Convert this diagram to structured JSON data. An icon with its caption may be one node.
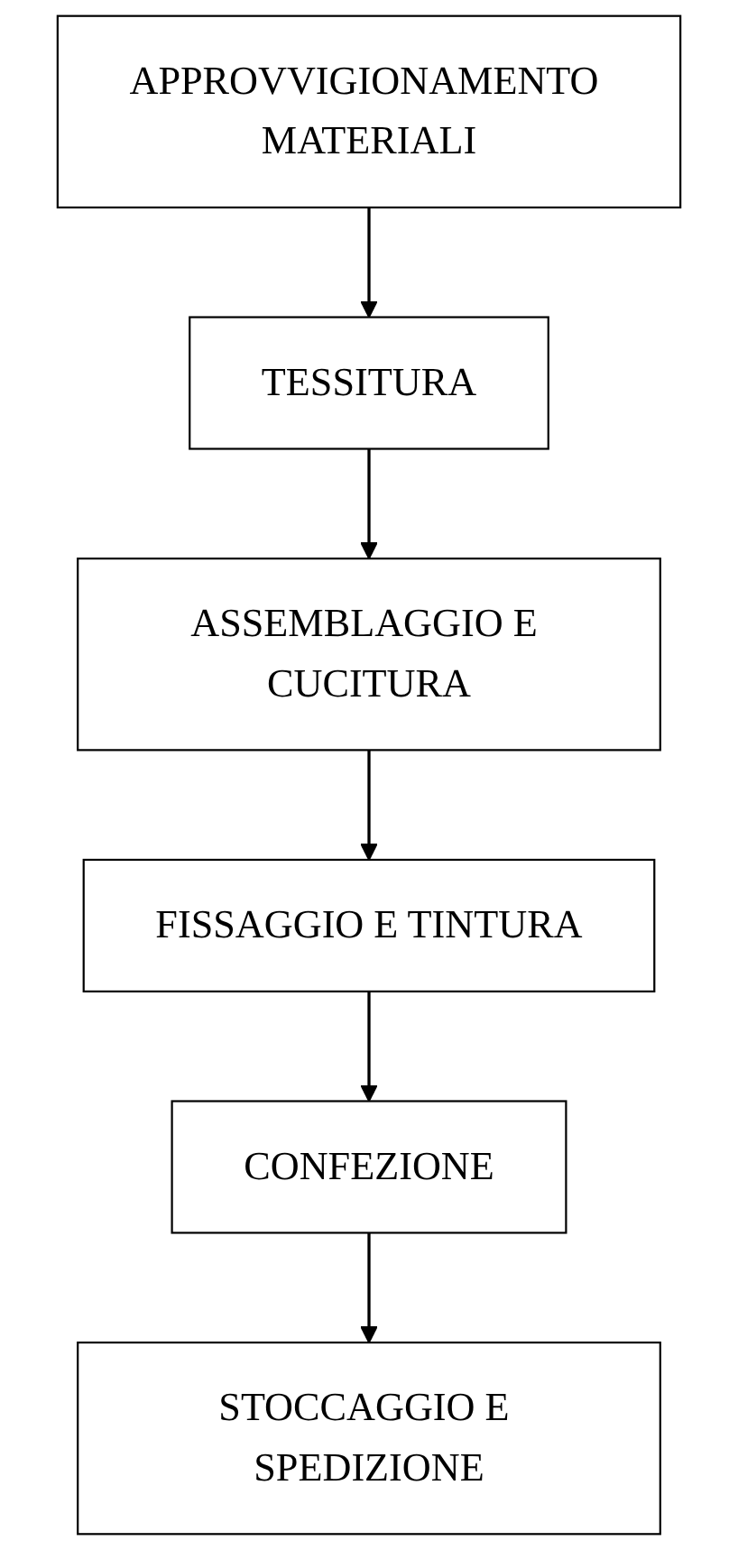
{
  "diagram": {
    "nodes": [
      {
        "text": [
          "APPROVVIGIONAMENTO MATERIALI"
        ]
      },
      {
        "text": [
          "TESSITURA"
        ]
      },
      {
        "text": [
          "ASSEMBLAGGIO E CUCITURA"
        ]
      },
      {
        "text": [
          "FISSAGGIO E TINTURA"
        ]
      },
      {
        "text": [
          "CONFEZIONE"
        ]
      },
      {
        "text": [
          "STOCCAGGIO E SPEDIZIONE"
        ]
      }
    ],
    "edges": [
      {
        "from": 0,
        "to": 1,
        "arrow": "to"
      },
      {
        "from": 1,
        "to": 2,
        "arrow": "to"
      },
      {
        "from": 2,
        "to": 3,
        "arrow": "to"
      },
      {
        "from": 3,
        "to": 4,
        "arrow": "to"
      },
      {
        "from": 4,
        "to": 5,
        "arrow": "to"
      }
    ]
  }
}
